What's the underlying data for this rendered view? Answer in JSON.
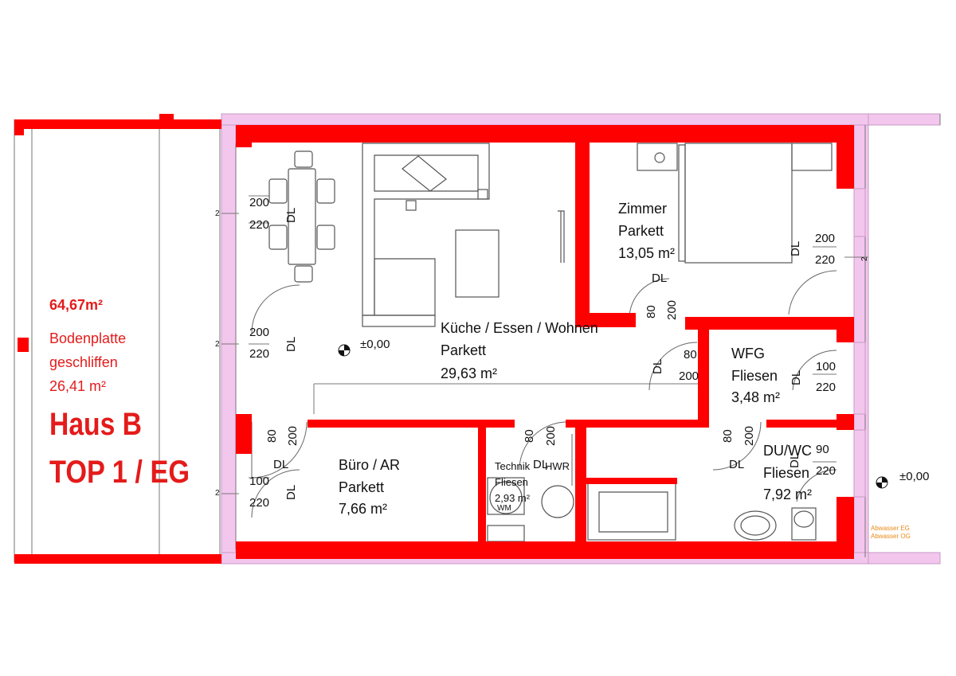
{
  "colors": {
    "wall": "#ff0000",
    "insulation": "#f3c6ee",
    "line": "#555555",
    "label_red": "#e41b1b"
  },
  "left_panel": {
    "total_area": "64,67m²",
    "plate_line1": "Bodenplatte",
    "plate_line2": "geschliffen",
    "plate_area": "26,41 m²",
    "house": "Haus B",
    "unit": "TOP 1 / EG"
  },
  "rooms": {
    "kitchen": {
      "name": "Küche / Essen / Wohnen",
      "floor": "Parkett",
      "area": "29,63 m²"
    },
    "zimmer": {
      "name": "Zimmer",
      "floor": "Parkett",
      "area": "13,05 m²"
    },
    "wfg": {
      "name": "WFG",
      "floor": "Fliesen",
      "area": "3,48 m²"
    },
    "buero": {
      "name": "Büro / AR",
      "floor": "Parkett",
      "area": "7,66 m²"
    },
    "technik": {
      "name": "Technik",
      "floor": "Fliesen",
      "area": "2,93 m²",
      "wm": "WM"
    },
    "duwc": {
      "name": "DU/WC",
      "floor": "Fliesen",
      "area": "7,92 m²"
    }
  },
  "labels": {
    "level_inside": "±0,00",
    "level_outside": "±0,00",
    "dl": "DL",
    "hwr": "HWR",
    "two": "2",
    "abwasser_eg": "Abwasser EG",
    "abwasser_og": "Abwasser OG"
  },
  "windows": [
    {
      "id": "kitchen-window-top",
      "width": "200",
      "height": "220"
    },
    {
      "id": "kitchen-window-mid",
      "width": "200",
      "height": "220"
    },
    {
      "id": "buero-window",
      "width": "100",
      "height": "220"
    },
    {
      "id": "zimmer-window",
      "width": "200",
      "height": "220"
    },
    {
      "id": "wfg-window",
      "width": "100",
      "height": "220"
    },
    {
      "id": "duwc-window",
      "width": "90",
      "height": "220"
    }
  ],
  "doors": [
    {
      "id": "buero-door",
      "width": "80",
      "height": "200"
    },
    {
      "id": "technik-door",
      "width": "80",
      "height": "200"
    },
    {
      "id": "zimmer-door",
      "width": "80",
      "height": "200"
    },
    {
      "id": "wfg-door",
      "width": "80",
      "height": "200"
    },
    {
      "id": "duwc-door",
      "width": "80",
      "height": "200"
    }
  ]
}
